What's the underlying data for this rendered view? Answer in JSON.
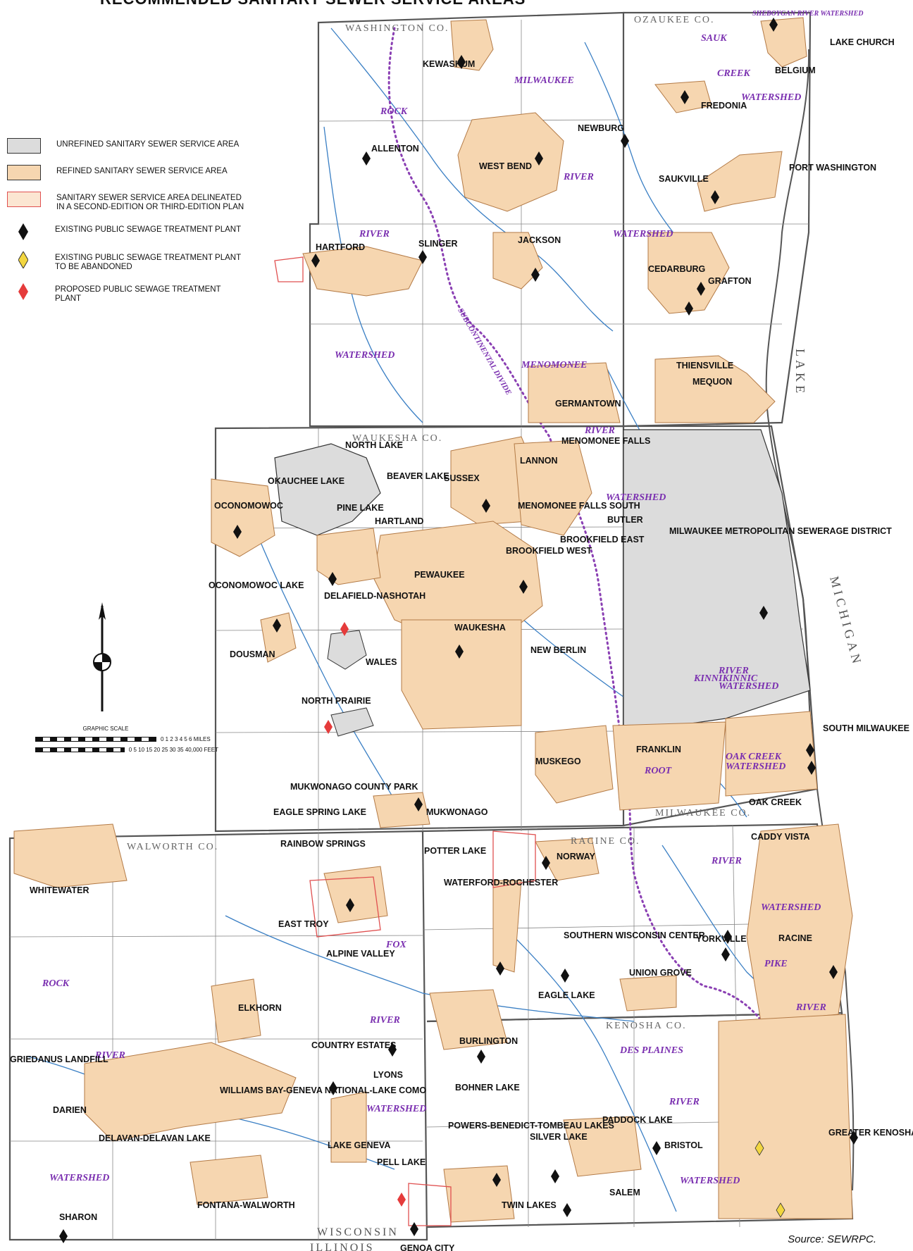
{
  "title_partial": "RECOMMENDED SANITARY SEWER SERVICE AREAS",
  "source": "Source: SEWRPC.",
  "legend": {
    "items": [
      {
        "type": "swatch",
        "fill": "#dcdcdc",
        "stroke": "#333333",
        "label": "UNREFINED SANITARY SEWER SERVICE AREA"
      },
      {
        "type": "swatch",
        "fill": "#f6d6b0",
        "stroke": "#333333",
        "label": "REFINED SANITARY SEWER SERVICE AREA"
      },
      {
        "type": "swatch",
        "fill": "#fbe6d2",
        "stroke": "#e05050",
        "label": "SANITARY SEWER SERVICE AREA DELINEATED IN A SECOND-EDITION OR THIRD-EDITION PLAN"
      },
      {
        "type": "diamond",
        "fill": "#111111",
        "label": "EXISTING PUBLIC SEWAGE TREATMENT PLANT"
      },
      {
        "type": "diamond",
        "fill": "#f2d640",
        "label": "EXISTING PUBLIC SEWAGE TREATMENT PLANT TO BE ABANDONED"
      },
      {
        "type": "diamond",
        "fill": "#e53b3b",
        "label": "PROPOSED PUBLIC SEWAGE TREATMENT PLANT"
      }
    ]
  },
  "scale": {
    "title": "GRAPHIC SCALE",
    "miles_label": "0 1 2 3 4 5 6 MILES",
    "feet_label": "0 5 10 15 20 25 30 35 40,000 FEET"
  },
  "colors": {
    "refined": "#f6d6b0",
    "unrefined": "#dcdcdc",
    "edition_outline": "#e05050",
    "county_line": "#555555",
    "river": "#3a7fc4",
    "subcontinental_divide": "#8a3fb3",
    "watershed_label": "#7a2fb0",
    "plant_existing": "#111111",
    "plant_abandon": "#f2d640",
    "plant_proposed": "#e53b3b"
  },
  "counties": [
    "WASHINGTON CO.",
    "OZAUKEE CO.",
    "WAUKESHA CO.",
    "MILWAUKEE CO.",
    "WALWORTH CO.",
    "RACINE CO.",
    "KENOSHA CO."
  ],
  "watershed_labels": [
    "MILWAUKEE",
    "RIVER",
    "WATERSHED",
    "ROCK",
    "RIVER",
    "WATERSHED",
    "MENOMONEE",
    "RIVER",
    "WATERSHED",
    "KINNIKINNIC",
    "RIVER",
    "WATERSHED",
    "OAK CREEK",
    "WATERSHED",
    "ROOT",
    "RIVER",
    "WATERSHED",
    "FOX",
    "RIVER",
    "WATERSHED",
    "ROCK",
    "RIVER",
    "WATERSHED",
    "DES PLAINES",
    "RIVER",
    "WATERSHED",
    "PIKE",
    "RIVER",
    "SAUK",
    "CREEK",
    "WATERSHED",
    "SHEBOYGAN RIVER WATERSHED",
    "SUBCONTINENTAL DIVIDE"
  ],
  "lake_labels": [
    "LAKE",
    "MICHIGAN"
  ],
  "state_labels": [
    "ILLINOIS",
    "WISCONSIN"
  ],
  "places": [
    "KEWASKUM",
    "LAKE CHURCH",
    "BELGIUM",
    "FREDONIA",
    "NEWBURG",
    "ALLENTON",
    "WEST BEND",
    "SAUKVILLE",
    "PORT WASHINGTON",
    "HARTFORD",
    "SLINGER",
    "JACKSON",
    "CEDARBURG",
    "GRAFTON",
    "THIENSVILLE",
    "MEQUON",
    "GERMANTOWN",
    "NORTH LAKE",
    "MENOMONEE FALLS",
    "OKAUCHEE LAKE",
    "BEAVER LAKE",
    "SUSSEX",
    "LANNON",
    "OCONOMOWOC",
    "PINE LAKE",
    "HARTLAND",
    "MENOMONEE FALLS SOUTH",
    "BUTLER",
    "MILWAUKEE METROPOLITAN SEWERAGE DISTRICT",
    "BROOKFIELD EAST",
    "BROOKFIELD WEST",
    "PEWAUKEE",
    "OCONOMOWOC LAKE",
    "DELAFIELD-NASHOTAH",
    "WAUKESHA",
    "NEW BERLIN",
    "DOUSMAN",
    "WALES",
    "NORTH PRAIRIE",
    "SOUTH MILWAUKEE",
    "FRANKLIN",
    "MUSKEGO",
    "OAK CREEK",
    "MUKWONAGO COUNTY PARK",
    "EAGLE SPRING LAKE",
    "MUKWONAGO",
    "CADDY VISTA",
    "RAINBOW SPRINGS",
    "POTTER LAKE",
    "NORWAY",
    "WHITEWATER",
    "WATERFORD-ROCHESTER",
    "EAST TROY",
    "ALPINE VALLEY",
    "SOUTHERN WISCONSIN CENTER",
    "YORKVILLE",
    "RACINE",
    "UNION GROVE",
    "EAGLE LAKE",
    "ELKHORN",
    "BURLINGTON",
    "COUNTRY ESTATES",
    "LYONS",
    "GRIEDANUS LANDFILL",
    "BOHNER LAKE",
    "WILLIAMS BAY-GENEVA NATIONAL-LAKE COMO",
    "DARIEN",
    "DELAVAN-DELAVAN LAKE",
    "POWERS-BENEDICT-TOMBEAU LAKES",
    "PADDOCK LAKE",
    "SILVER LAKE",
    "BRISTOL",
    "LAKE GENEVA",
    "GREATER KENOSHA",
    "PELL LAKE",
    "SALEM",
    "TWIN LAKES",
    "FONTANA-WALWORTH",
    "SHARON",
    "GENOA CITY"
  ]
}
